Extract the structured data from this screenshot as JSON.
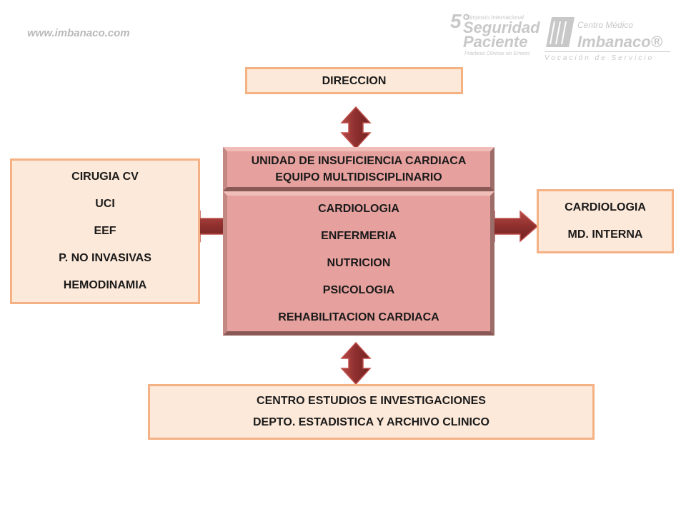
{
  "header": {
    "website": "www.imbanaco.com",
    "symposium": {
      "edition": "5°",
      "line1": "Simposio Internacional",
      "line2": "Seguridad",
      "line3": "Paciente",
      "tagline": "Prácticas Clínicas sin Errores"
    },
    "hospital": {
      "top": "Centro Médico",
      "name": "Imbanaco®",
      "slogan": "Vocación de Servicio"
    }
  },
  "diagram": {
    "direccion": "DIRECCION",
    "unit_title": [
      "UNIDAD DE INSUFICIENCIA CARDIACA",
      "EQUIPO MULTIDISCIPLINARIO"
    ],
    "unit_members": [
      "CARDIOLOGIA",
      "ENFERMERIA",
      "NUTRICION",
      "PSICOLOGIA",
      "REHABILITACION CARDIACA"
    ],
    "left_services": [
      "CIRUGIA CV",
      "UCI",
      "EEF",
      "P. NO INVASIVAS",
      "HEMODINAMIA"
    ],
    "right_services": [
      "CARDIOLOGIA",
      "MD. INTERNA"
    ],
    "bottom": [
      "CENTRO ESTUDIOS E INVESTIGACIONES",
      "DEPTO. ESTADISTICA Y ARCHIVO CLINICO"
    ],
    "colors": {
      "peach_fill": "#fde9d9",
      "peach_border": "#f4b183",
      "center_fill": "#e6a19e",
      "arrow_fill": "#953735",
      "arrow_stroke": "#c0504d"
    }
  }
}
